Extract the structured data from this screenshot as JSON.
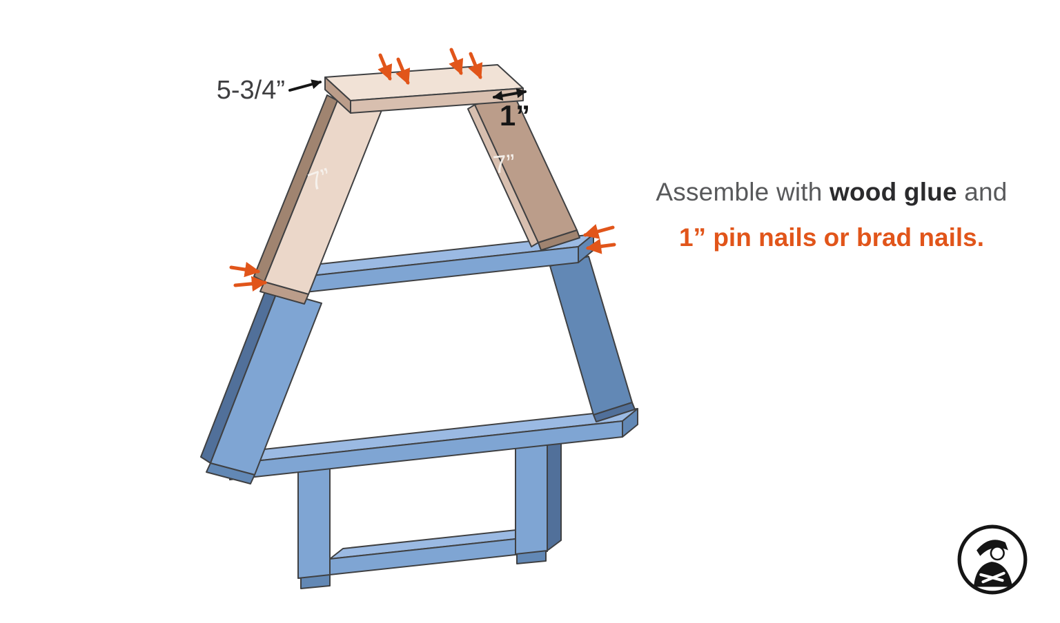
{
  "diagram": {
    "name": "tree-shelf-assembly",
    "dimension_labels": {
      "cap_width": "5-3/4”",
      "cap_overhang": "1”",
      "upper_left_board": "7”",
      "upper_right_board": "7”"
    }
  },
  "instructions": {
    "line1_prefix": "Assemble with ",
    "line1_bold": "wood glue",
    "line1_suffix": " and",
    "line2": "1” pin nails or brad nails."
  },
  "icons": {
    "brand_logo": "craftsman-with-cap-crossed-arms-emblem",
    "nail_arrows": "orange-nail-location-arrows",
    "dimension_arrows": "black-measure-arrows"
  },
  "colors": {
    "accent_orange": "#E1551A",
    "arrow_black": "#161616",
    "text_gray": "#58595B",
    "text_dark": "#2B2B2D",
    "dim_text": "#3E3E40",
    "board_label": "#F7F3EE",
    "tan_pale": "#F1E2D6",
    "tan_light": "#EBD7C9",
    "tan_mid": "#D8BFAF",
    "tan_dark": "#BB9D8A",
    "tan_deep": "#A08470",
    "blue_light": "#9BBAE3",
    "blue_mid": "#7FA5D3",
    "blue_dark": "#6288B5",
    "blue_deep": "#51709A",
    "line": "#3F4042"
  }
}
